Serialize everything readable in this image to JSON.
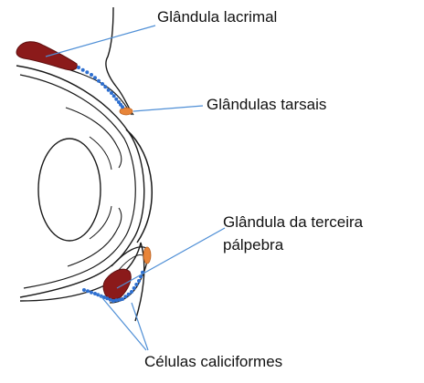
{
  "labels": {
    "lacrimal": "Glândula lacrimal",
    "tarsais": "Glândulas tarsais",
    "terceira_line1": "Glândula da terceira",
    "terceira_line2": "pálpebra",
    "caliciformes": "Células caliciformes"
  },
  "colors": {
    "outline": "#1a1a1a",
    "lacrimal_gland": "#8b1a1a",
    "tarsal_gland": "#e8853a",
    "goblet_cells": "#2e6fd0",
    "leader_line": "#4f8fd6"
  }
}
